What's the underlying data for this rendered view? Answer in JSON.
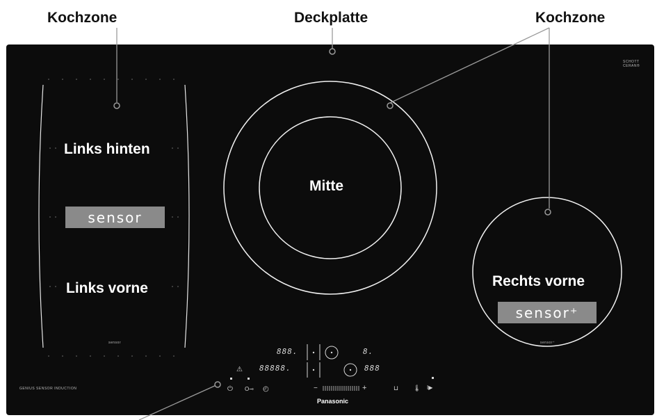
{
  "callouts": {
    "kochzone_left": "Kochzone",
    "deckplatte": "Deckplatte",
    "kochzone_right": "Kochzone"
  },
  "zones": {
    "links_hinten": "Links hinten",
    "links_vorne": "Links vorne",
    "mitte": "Mitte",
    "rechts_vorne": "Rechts vorne"
  },
  "badges": {
    "sensor": "sensor",
    "sensor_plus": "sensor⁺"
  },
  "small_text": {
    "schott_line1": "SCHOTT",
    "schott_line2": "CERAN®",
    "left_zone_sensor": "sensor",
    "right_zone_sensor": "sensor⁺",
    "genius_sensor": "GENIUS SENSOR INDUCTION",
    "brand": "Panasonic"
  },
  "controls": {
    "display_top_left": "888.",
    "display_top_right": "8.",
    "display_bottom_left": "88888.",
    "display_bottom_right": "888",
    "slider_minus": "−",
    "slider_plus": "+",
    "power_icon": "power-icon",
    "key_lock_icon": "key-lock-icon",
    "timer_icon": "timer-icon",
    "warning_icon": "warning-icon"
  },
  "colors": {
    "panel": "#0c0c0c",
    "ring": "#f2f2f2",
    "badge": "#8a8a8a",
    "callout_line": "#999999"
  }
}
